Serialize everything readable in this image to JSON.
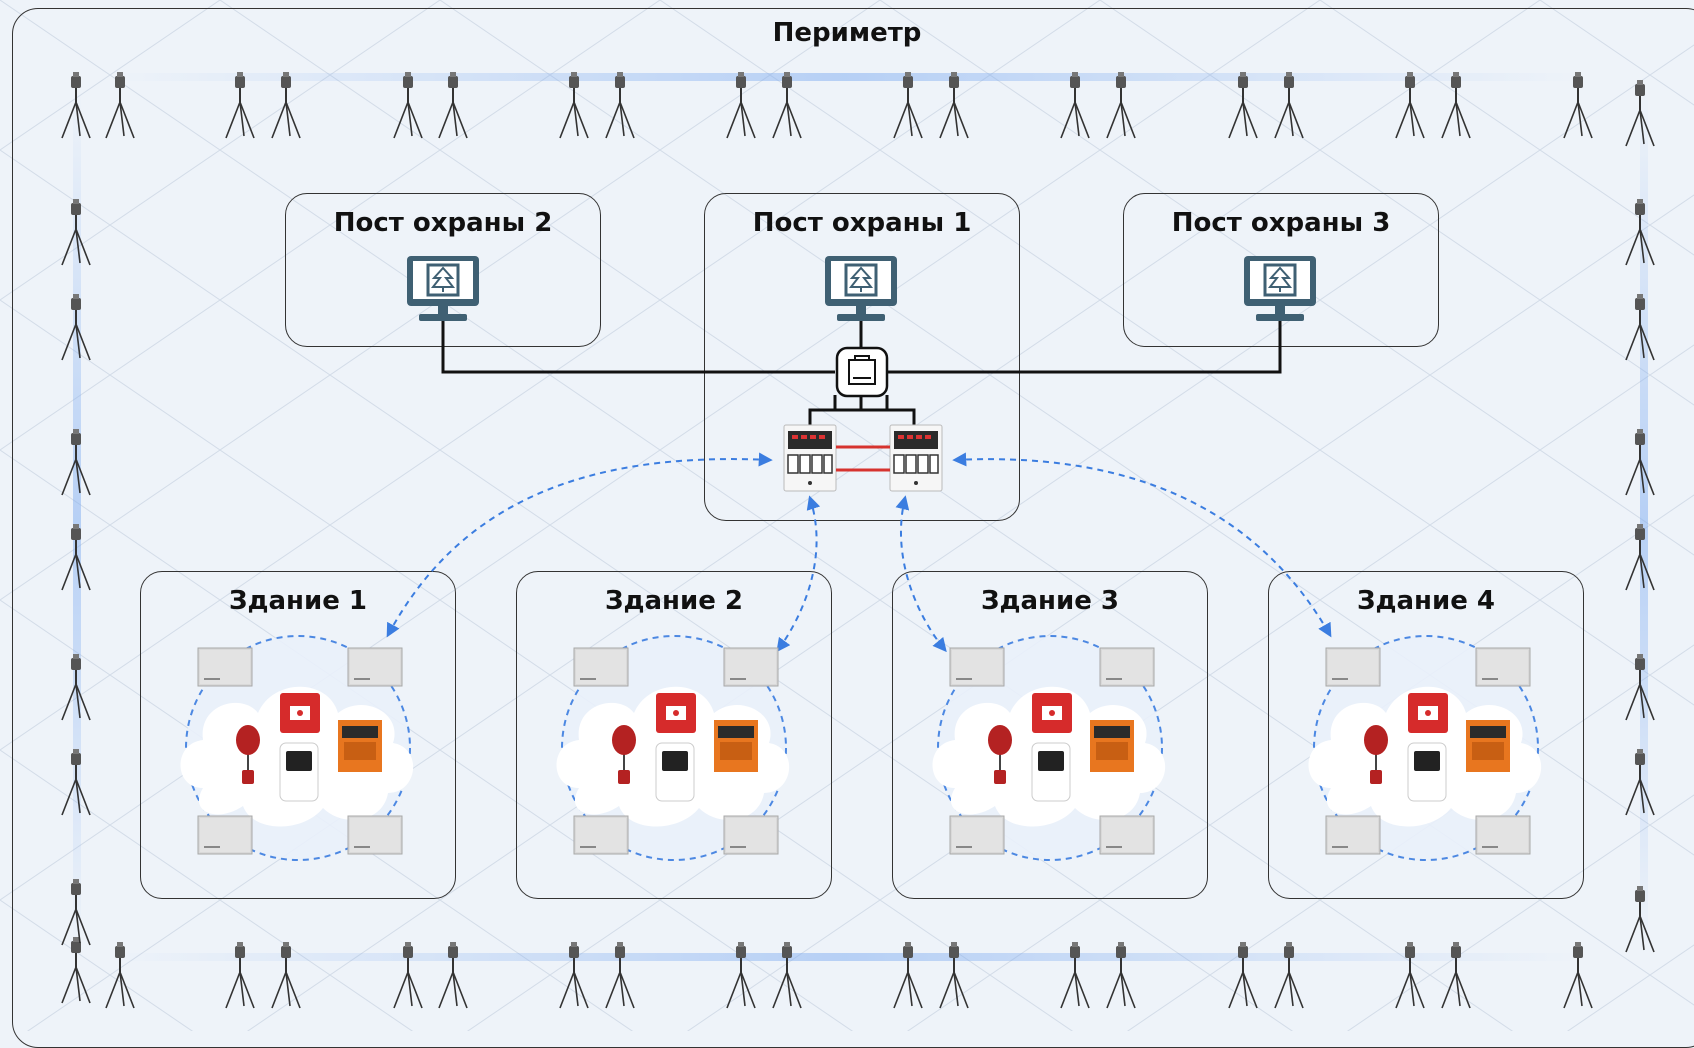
{
  "perimeter": {
    "title": "Периметр"
  },
  "posts": [
    {
      "title": "Пост охраны 2"
    },
    {
      "title": "Пост охраны 1"
    },
    {
      "title": "Пост охраны 3"
    }
  ],
  "buildings": [
    {
      "title": "Здание 1"
    },
    {
      "title": "Здание 2"
    },
    {
      "title": "Здание 3"
    },
    {
      "title": "Здание 4"
    }
  ],
  "colors": {
    "background": "#eef3f9",
    "link": "#111111",
    "redundancy_link": "#d6332f",
    "wireless_link": "#3b7de0",
    "monitor_screen": "#3f6073",
    "panel_orange": "#e8761f",
    "callpoint_red": "#d62b2b"
  },
  "icons": [
    "perimeter-camera-icon",
    "monitor-icon",
    "network-switch-icon",
    "control-panel-icon",
    "radio-expander-icon",
    "siren-icon",
    "manual-call-point-icon",
    "detector-icon",
    "fire-panel-icon"
  ]
}
